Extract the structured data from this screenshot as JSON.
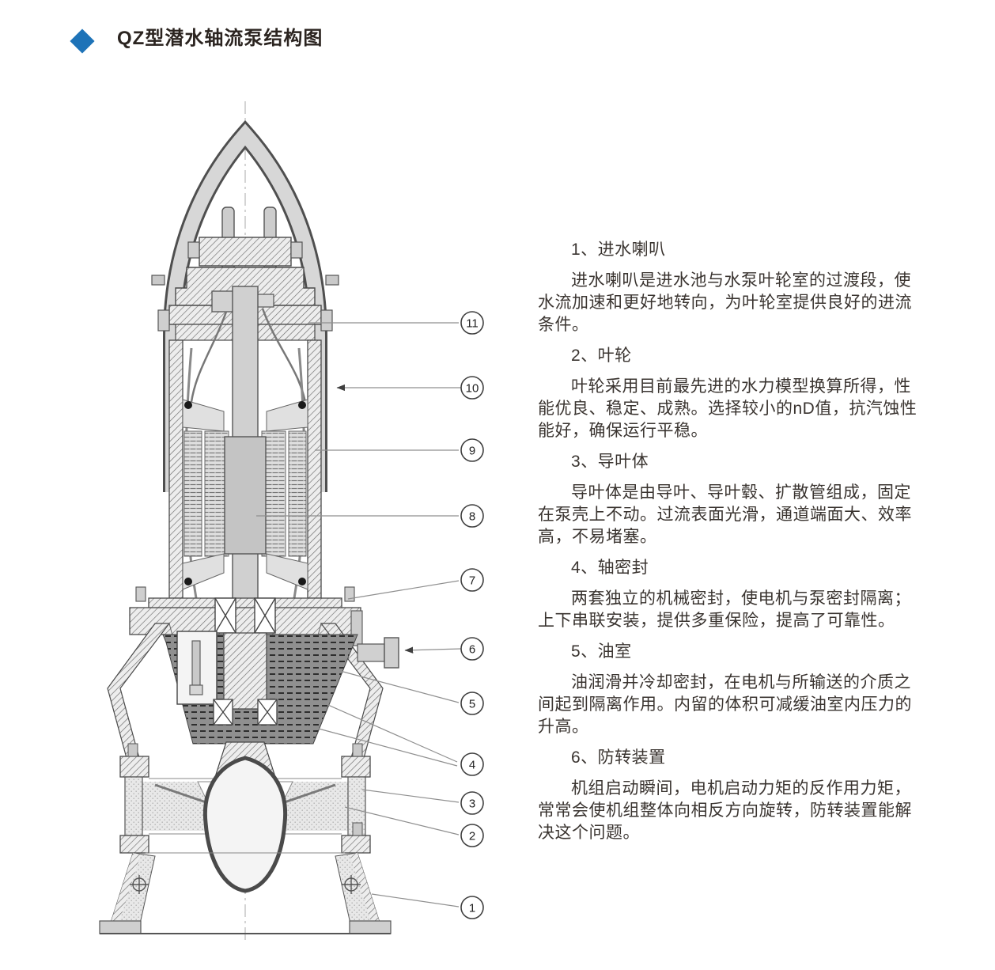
{
  "page": {
    "title": "QZ型潜水轴流泵结构图"
  },
  "sections": [
    {
      "heading": "1、进水喇叭",
      "body": "进水喇叭是进水池与水泵叶轮室的过渡段，使水流加速和更好地转向，为叶轮室提供良好的进流条件。"
    },
    {
      "heading": "2、叶轮",
      "body": "叶轮采用目前最先进的水力模型换算所得，性能优良、稳定、成熟。选择较小的nD值，抗汽蚀性能好，确保运行平稳。"
    },
    {
      "heading": "3、导叶体",
      "body": "导叶体是由导叶、导叶毂、扩散管组成，固定在泵壳上不动。过流表面光滑，通道端面大、效率高，不易堵塞。"
    },
    {
      "heading": "4、轴密封",
      "body": "两套独立的机械密封，使电机与泵密封隔离；上下串联安装，提供多重保险，提高了可靠性。"
    },
    {
      "heading": "5、油室",
      "body": "油润滑并冷却密封，在电机与所输送的介质之间起到隔离作用。内留的体积可减缓油室内压力的升高。"
    },
    {
      "heading": "6、防转装置",
      "body": "机组启动瞬间，电机启动力矩的反作用力矩，常常会使机组整体向相反方向旋转，防转装置能解决这个问题。"
    }
  ],
  "diagram": {
    "callouts": [
      {
        "n": "1"
      },
      {
        "n": "2"
      },
      {
        "n": "3"
      },
      {
        "n": "4"
      },
      {
        "n": "5"
      },
      {
        "n": "6"
      },
      {
        "n": "7"
      },
      {
        "n": "8"
      },
      {
        "n": "9"
      },
      {
        "n": "10"
      },
      {
        "n": "11"
      }
    ]
  },
  "colors": {
    "accent_blue": "#1e73b8",
    "line": "#4a4a4a",
    "text": "#3a3430"
  }
}
